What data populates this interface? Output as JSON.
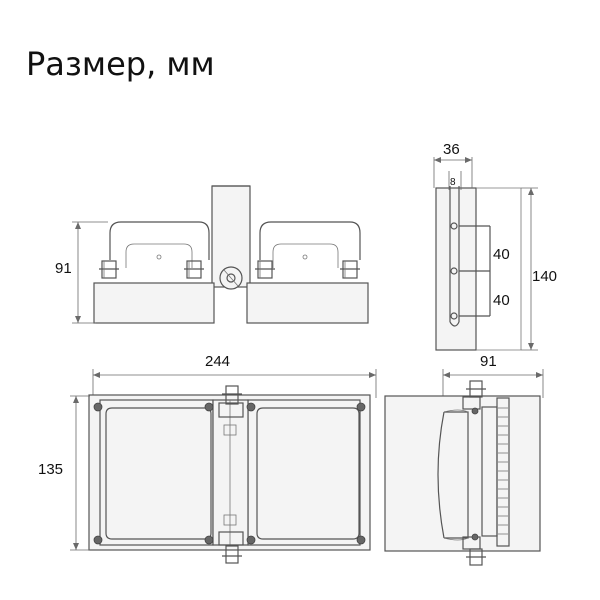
{
  "title": "Размер, мм",
  "dimensions": {
    "front_height": "91",
    "top_width": "36",
    "top_small": "8",
    "side_segment_1": "40",
    "side_segment_2": "40",
    "side_height": "140",
    "front_width": "244",
    "bottom_height": "135",
    "bottom_side_width": "91"
  }
}
